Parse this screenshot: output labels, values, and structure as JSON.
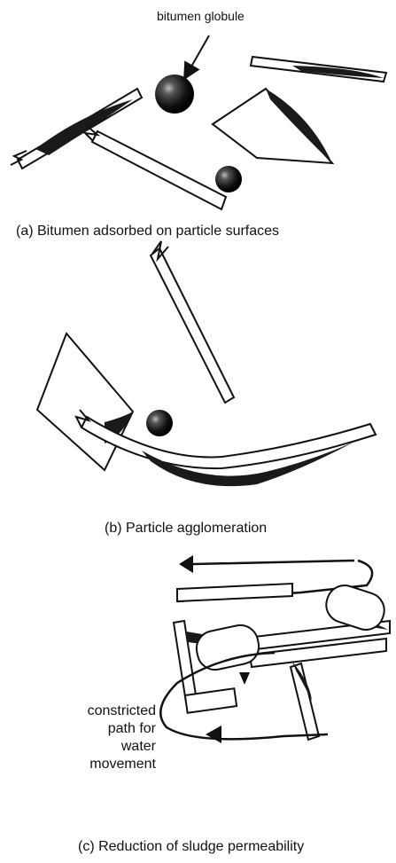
{
  "panel_a": {
    "globule_label": "bitumen globule",
    "caption": "(a) Bitumen adsorbed on particle surfaces"
  },
  "panel_b": {
    "caption": "(b) Particle agglomeration"
  },
  "panel_c": {
    "note_line1": "constricted",
    "note_line2": "path for",
    "note_line3": "water",
    "note_line4": "movement",
    "caption": "(c)  Reduction of sludge permeability"
  },
  "colors": {
    "ink": "#111111",
    "bitumen": "#1a1a1a",
    "paper": "#ffffff"
  }
}
